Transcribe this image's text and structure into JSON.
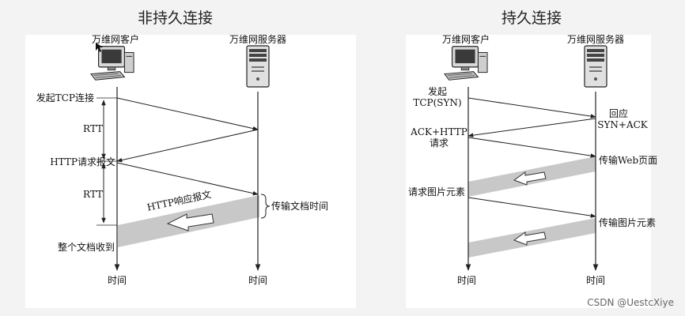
{
  "left": {
    "title": "非持久连接",
    "client_label": "万维网客户",
    "server_label": "万维网服务器",
    "steps": {
      "tcp": "发起TCP连接",
      "rtt1": "RTT",
      "http_req": "HTTP请求报文",
      "rtt2": "RTT",
      "response": "HTTP响应报文",
      "transfer_time": "传输文档时间",
      "received": "整个文档收到"
    },
    "time_client": "时间",
    "time_server": "时间"
  },
  "right": {
    "title": "持久连接",
    "client_label": "万维网客户",
    "server_label": "万维网服务器",
    "steps": {
      "initiate_line1": "发起",
      "initiate_line2": "TCP(SYN)",
      "reply_line1": "回应",
      "reply_line2": "SYN+ACK",
      "ack_line1": "ACK+HTTP",
      "ack_line2": "请求",
      "send_page": "传输Web页面",
      "request_image": "请求图片元素",
      "send_image": "传输图片元素"
    },
    "time_client": "时间",
    "time_server": "时间"
  },
  "watermark": "CSDN @UestcXiye",
  "colors": {
    "band": "#c8c8c8",
    "line": "#222222"
  }
}
